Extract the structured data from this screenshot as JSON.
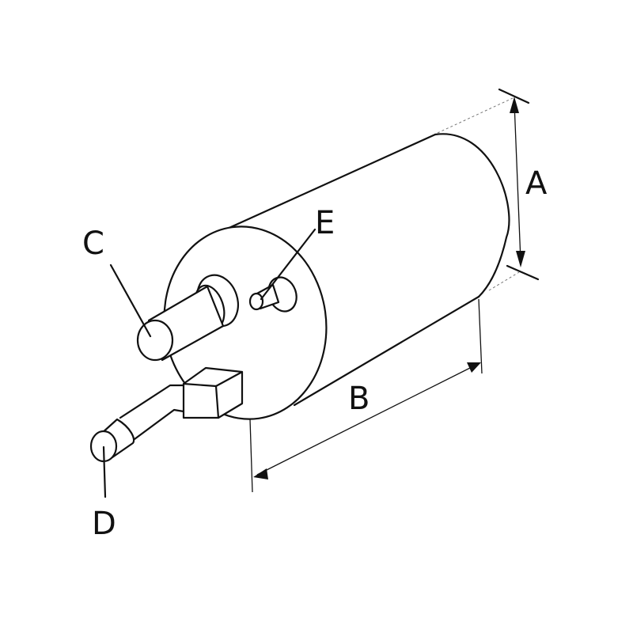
{
  "diagram": {
    "subject": "cylinder-with-terminals",
    "colors": {
      "line": "#111111",
      "dimension_extension": "#777777",
      "background": "#ffffff"
    },
    "labels": [
      {
        "id": "A",
        "text": "A",
        "meaning": "diameter dimension"
      },
      {
        "id": "B",
        "text": "B",
        "meaning": "body length dimension"
      },
      {
        "id": "C",
        "text": "C",
        "meaning": "large terminal stud"
      },
      {
        "id": "D",
        "text": "D",
        "meaning": "bent terminal / pin"
      },
      {
        "id": "E",
        "text": "E",
        "meaning": "small terminal stud"
      }
    ]
  }
}
